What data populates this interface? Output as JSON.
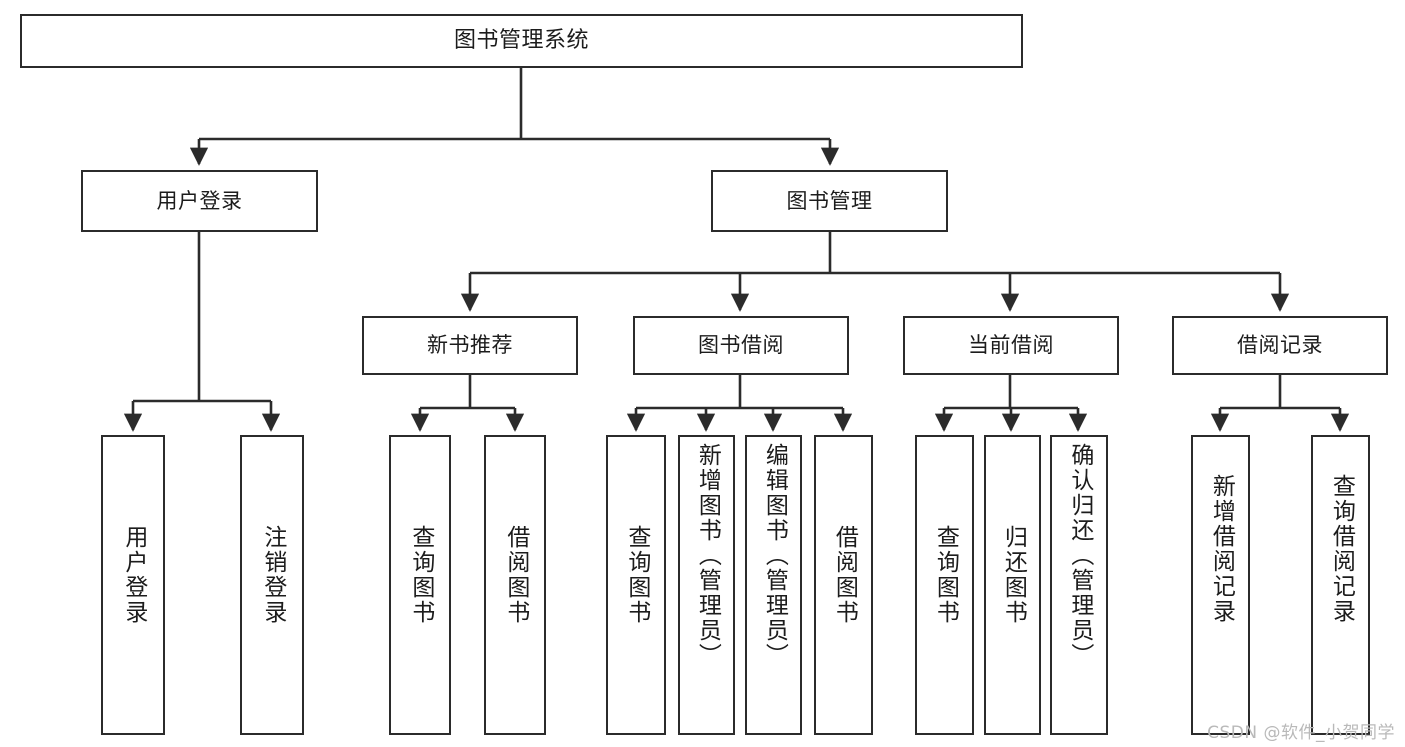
{
  "diagram": {
    "title": "图书管理系统",
    "type": "tree",
    "watermark": "CSDN @软件_小贺同学",
    "colors": {
      "box_border": "#2b2b2b",
      "box_fill": "#ffffff",
      "connector": "#2b2b2b",
      "text": "#1c1c1c",
      "watermark": "#b9b9b9"
    },
    "levels": {
      "level1": [
        {
          "id": "root",
          "label": "图书管理系统"
        }
      ],
      "level2": [
        {
          "id": "user-login",
          "label": "用户登录",
          "parent": "root"
        },
        {
          "id": "book-manage",
          "label": "图书管理",
          "parent": "root"
        }
      ],
      "level3": [
        {
          "id": "new-book-recommend",
          "label": "新书推荐",
          "parent": "book-manage"
        },
        {
          "id": "book-borrow",
          "label": "图书借阅",
          "parent": "book-manage"
        },
        {
          "id": "current-borrow",
          "label": "当前借阅",
          "parent": "book-manage"
        },
        {
          "id": "borrow-record",
          "label": "借阅记录",
          "parent": "book-manage"
        }
      ],
      "leaves": [
        {
          "id": "leaf-user-login",
          "label": "用户登录",
          "parent": "user-login"
        },
        {
          "id": "leaf-logout-login",
          "label": "注销登录",
          "parent": "user-login"
        },
        {
          "id": "leaf-query-book-1",
          "label": "查询图书",
          "parent": "new-book-recommend"
        },
        {
          "id": "leaf-borrow-book-1",
          "label": "借阅图书",
          "parent": "new-book-recommend"
        },
        {
          "id": "leaf-query-book-2",
          "label": "查询图书",
          "parent": "book-borrow"
        },
        {
          "id": "leaf-add-book",
          "label": "新增图书（管理员）",
          "parent": "book-borrow"
        },
        {
          "id": "leaf-edit-book",
          "label": "编辑图书（管理员）",
          "parent": "book-borrow"
        },
        {
          "id": "leaf-borrow-book-2",
          "label": "借阅图书",
          "parent": "book-borrow"
        },
        {
          "id": "leaf-query-book-3",
          "label": "查询图书",
          "parent": "current-borrow"
        },
        {
          "id": "leaf-return-book",
          "label": "归还图书",
          "parent": "current-borrow"
        },
        {
          "id": "leaf-confirm-return",
          "label": "确认归还（管理员）",
          "parent": "current-borrow"
        },
        {
          "id": "leaf-add-record",
          "label": "新增借阅记录",
          "parent": "borrow-record"
        },
        {
          "id": "leaf-query-record",
          "label": "查询借阅记录",
          "parent": "borrow-record"
        }
      ]
    }
  }
}
